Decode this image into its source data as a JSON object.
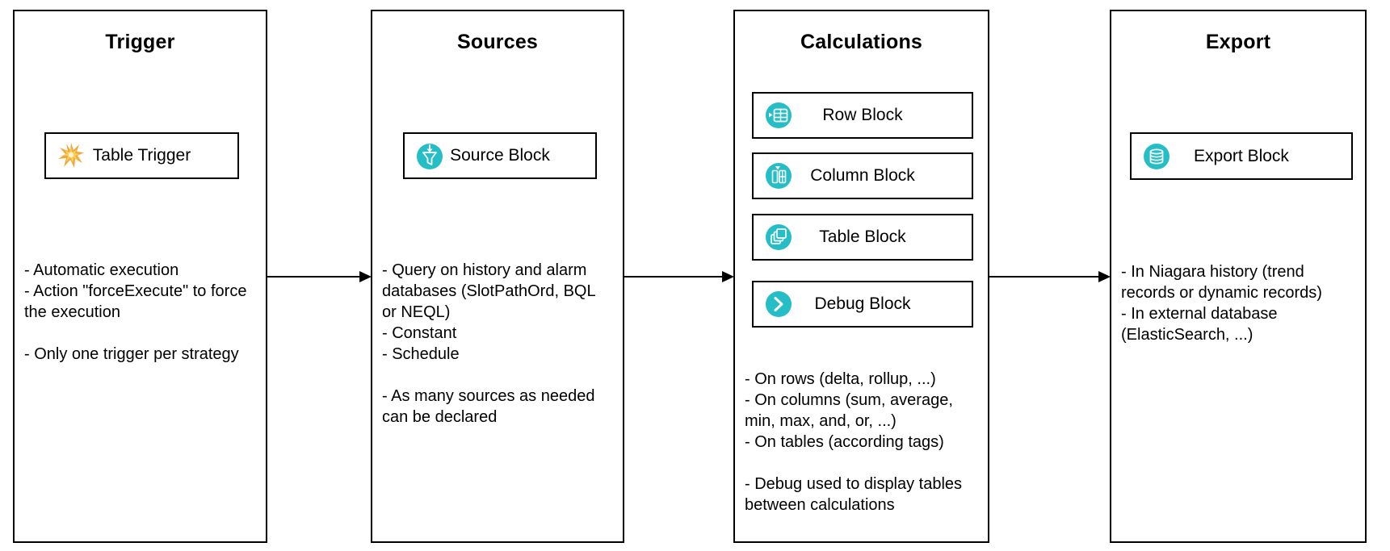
{
  "diagram_title": "",
  "accent_color": "#26BEC6",
  "spark_color": "#F2A73B",
  "columns": [
    {
      "id": "trigger",
      "title": "Trigger",
      "blocks": [
        {
          "label": "Table Trigger",
          "icon": "spark-icon"
        }
      ],
      "description": "- Automatic execution\n- Action \"forceExecute\" to force\nthe execution\n\n- Only one trigger per strategy"
    },
    {
      "id": "sources",
      "title": "Sources",
      "blocks": [
        {
          "label": "Source Block",
          "icon": "funnel-icon"
        }
      ],
      "description": "- Query on history and alarm\ndatabases (SlotPathOrd, BQL\nor NEQL)\n- Constant\n- Schedule\n\n- As many sources as needed\ncan be declared"
    },
    {
      "id": "calculations",
      "title": "Calculations",
      "blocks": [
        {
          "label": "Row Block",
          "icon": "row-table-icon"
        },
        {
          "label": "Column Block",
          "icon": "column-table-icon"
        },
        {
          "label": "Table Block",
          "icon": "stacked-tables-icon"
        },
        {
          "label": "Debug Block",
          "icon": "chevron-right-icon"
        }
      ],
      "description": "- On rows (delta, rollup, ...)\n- On columns (sum, average,\nmin, max, and, or, ...)\n- On tables (according tags)\n\n- Debug used to display tables\nbetween calculations"
    },
    {
      "id": "export",
      "title": "Export",
      "blocks": [
        {
          "label": "Export Block",
          "icon": "database-icon"
        }
      ],
      "description": "- In Niagara history (trend\nrecords or dynamic records)\n- In external database\n(ElasticSearch, ...)"
    }
  ]
}
